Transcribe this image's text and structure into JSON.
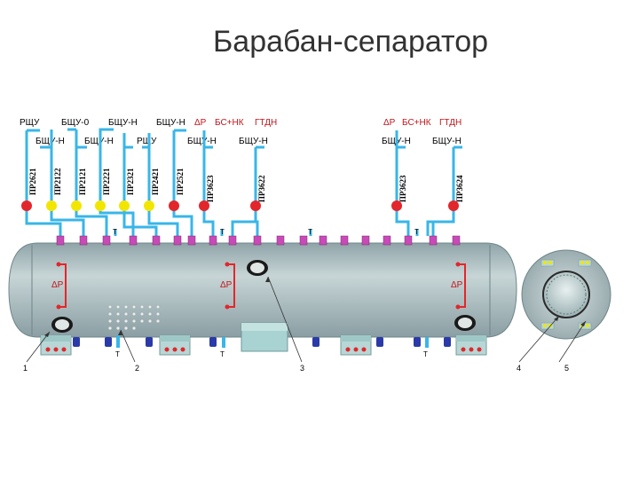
{
  "title": "Барабан-сепаратор",
  "top_labels_row1": [
    "РЩУ",
    "БЩУ-0",
    "БЩУ-Н",
    "БЩУ-Н"
  ],
  "top_labels_row2": [
    "БЩУ-Н",
    "БЩУ-Н",
    "РЩУ",
    "БЩУ-Н",
    "БЩУ-Н"
  ],
  "red_group_left": [
    "ΔP",
    "БС+НК",
    "ГТДН"
  ],
  "red_group_right": [
    "ΔP",
    "БС+НК",
    "ГТДН"
  ],
  "right_row2": [
    "БЩУ-Н",
    "БЩУ-Н"
  ],
  "vertical_labels": [
    "ПР2621",
    "ПР2122",
    "ПР2121",
    "ПР2221",
    "ПР2321",
    "ПР2421",
    "ПР2521",
    "ПР3623",
    "ПР3622",
    "ПР3623",
    "ПР3624"
  ],
  "t_label": "Т",
  "dp_label": "ΔP",
  "callouts": [
    "1",
    "2",
    "3",
    "4",
    "5"
  ],
  "colors": {
    "pipe": "#38b6e8",
    "drum": "#a9bcbe",
    "red": "#e3262b",
    "yellow": "#f2e600",
    "magenta": "#c84ab7",
    "blue_nozzle": "#2a3aa8"
  }
}
